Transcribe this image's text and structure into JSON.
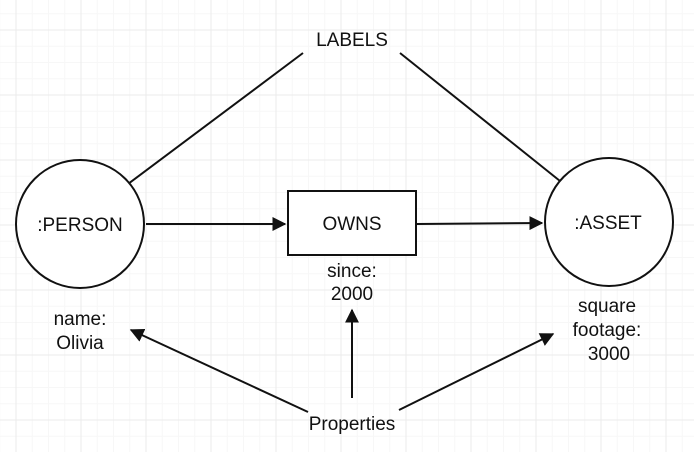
{
  "diagram": {
    "annotations": {
      "labels": "LABELS",
      "properties": "Properties"
    },
    "nodes": {
      "person": {
        "label": ":PERSON"
      },
      "asset": {
        "label": ":ASSET"
      }
    },
    "relationship": {
      "label": "OWNS"
    },
    "property_values": {
      "person": {
        "line1": "name:",
        "line2": "Olivia"
      },
      "relationship": {
        "line1": "since:",
        "line2": "2000"
      },
      "asset": {
        "line1": "square",
        "line2": "footage:",
        "line3": "3000"
      }
    },
    "colors": {
      "stroke": "#111111",
      "text": "#111111",
      "background": "#ffffff",
      "grid_minor": "#f7f7f7",
      "grid_major": "#ebebeb"
    }
  }
}
